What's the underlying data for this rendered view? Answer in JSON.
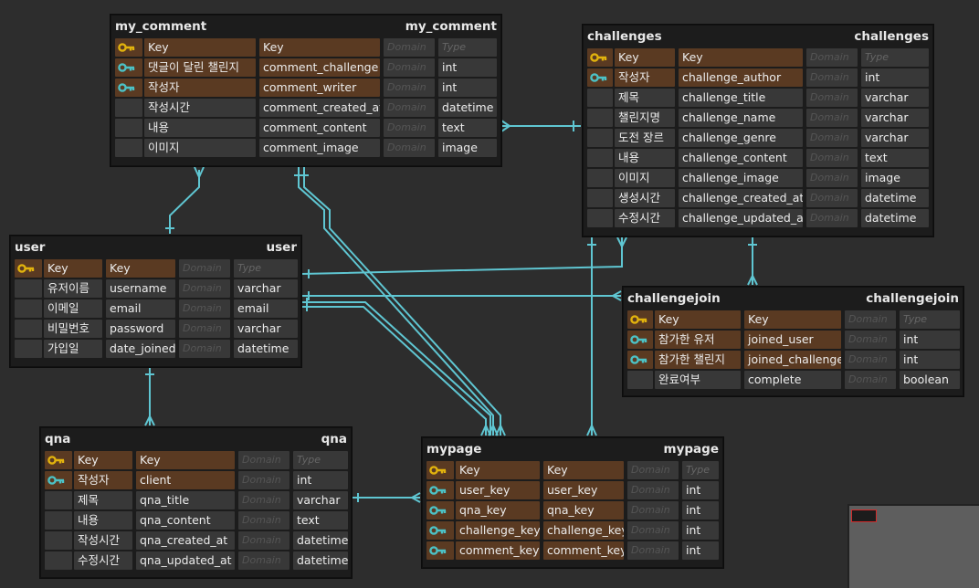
{
  "colors": {
    "background": "#2d2d2d",
    "relation_line": "#5fc6d2",
    "pk_key": "#e2b30d",
    "fk_key": "#4cc2c6",
    "key_row": "#5a3a22"
  },
  "header_placeholders": {
    "domain": "Domain",
    "type": "Type"
  },
  "entities": {
    "my_comment": {
      "logical": "my_comment",
      "physical": "my_comment",
      "rows": [
        {
          "kind": "pk",
          "logical": "Key",
          "physical": "Key",
          "domain": "Domain",
          "type": "Type",
          "hint": true
        },
        {
          "kind": "fk",
          "logical": "댓글이 달린 챌린지",
          "physical": "comment_challenge",
          "domain": "Domain",
          "type": "int"
        },
        {
          "kind": "fk",
          "logical": "작성자",
          "physical": "comment_writer",
          "domain": "Domain",
          "type": "int"
        },
        {
          "kind": "col",
          "logical": "작성시간",
          "physical": "comment_created_at",
          "domain": "Domain",
          "type": "datetime"
        },
        {
          "kind": "col",
          "logical": "내용",
          "physical": "comment_content",
          "domain": "Domain",
          "type": "text"
        },
        {
          "kind": "col",
          "logical": "이미지",
          "physical": "comment_image",
          "domain": "Domain",
          "type": "image"
        }
      ]
    },
    "challenges": {
      "logical": "challenges",
      "physical": "challenges",
      "rows": [
        {
          "kind": "pk",
          "logical": "Key",
          "physical": "Key",
          "domain": "Domain",
          "type": "Type",
          "hint": true
        },
        {
          "kind": "fk",
          "logical": "작성자",
          "physical": "challenge_author",
          "domain": "Domain",
          "type": "int"
        },
        {
          "kind": "col",
          "logical": "제목",
          "physical": "challenge_title",
          "domain": "Domain",
          "type": "varchar"
        },
        {
          "kind": "col",
          "logical": "챌린지명",
          "physical": "challenge_name",
          "domain": "Domain",
          "type": "varchar"
        },
        {
          "kind": "col",
          "logical": "도전 장르",
          "physical": "challenge_genre",
          "domain": "Domain",
          "type": "varchar"
        },
        {
          "kind": "col",
          "logical": "내용",
          "physical": "challenge_content",
          "domain": "Domain",
          "type": "text"
        },
        {
          "kind": "col",
          "logical": "이미지",
          "physical": "challenge_image",
          "domain": "Domain",
          "type": "image"
        },
        {
          "kind": "col",
          "logical": "생성시간",
          "physical": "challenge_created_at",
          "domain": "Domain",
          "type": "datetime"
        },
        {
          "kind": "col",
          "logical": "수정시간",
          "physical": "challenge_updated_at",
          "domain": "Domain",
          "type": "datetime"
        }
      ]
    },
    "user": {
      "logical": "user",
      "physical": "user",
      "rows": [
        {
          "kind": "pk",
          "logical": "Key",
          "physical": "Key",
          "domain": "Domain",
          "type": "Type",
          "hint": true
        },
        {
          "kind": "col",
          "logical": "유저이름",
          "physical": "username",
          "domain": "Domain",
          "type": "varchar"
        },
        {
          "kind": "col",
          "logical": "이메일",
          "physical": "email",
          "domain": "Domain",
          "type": "email"
        },
        {
          "kind": "col",
          "logical": "비밀번호",
          "physical": "password",
          "domain": "Domain",
          "type": "varchar"
        },
        {
          "kind": "col",
          "logical": "가입일",
          "physical": "date_joined",
          "domain": "Domain",
          "type": "datetime"
        }
      ]
    },
    "challengejoin": {
      "logical": "challengejoin",
      "physical": "challengejoin",
      "rows": [
        {
          "kind": "pk",
          "logical": "Key",
          "physical": "Key",
          "domain": "Domain",
          "type": "Type",
          "hint": true
        },
        {
          "kind": "fk",
          "logical": "참가한 유저",
          "physical": "joined_user",
          "domain": "Domain",
          "type": "int"
        },
        {
          "kind": "fk",
          "logical": "참가한 챌린지",
          "physical": "joined_challenge",
          "domain": "Domain",
          "type": "int"
        },
        {
          "kind": "col",
          "logical": "완료여부",
          "physical": "complete",
          "domain": "Domain",
          "type": "boolean"
        }
      ]
    },
    "qna": {
      "logical": "qna",
      "physical": "qna",
      "rows": [
        {
          "kind": "pk",
          "logical": "Key",
          "physical": "Key",
          "domain": "Domain",
          "type": "Type",
          "hint": true
        },
        {
          "kind": "fk",
          "logical": "작성자",
          "physical": "client",
          "domain": "Domain",
          "type": "int"
        },
        {
          "kind": "col",
          "logical": "제목",
          "physical": "qna_title",
          "domain": "Domain",
          "type": "varchar"
        },
        {
          "kind": "col",
          "logical": "내용",
          "physical": "qna_content",
          "domain": "Domain",
          "type": "text"
        },
        {
          "kind": "col",
          "logical": "작성시간",
          "physical": "qna_created_at",
          "domain": "Domain",
          "type": "datetime"
        },
        {
          "kind": "col",
          "logical": "수정시간",
          "physical": "qna_updated_at",
          "domain": "Domain",
          "type": "datetime"
        }
      ]
    },
    "mypage": {
      "logical": "mypage",
      "physical": "mypage",
      "rows": [
        {
          "kind": "pk",
          "logical": "Key",
          "physical": "Key",
          "domain": "Domain",
          "type": "Type",
          "hint": true
        },
        {
          "kind": "fk",
          "logical": "user_key",
          "physical": "user_key",
          "domain": "Domain",
          "type": "int"
        },
        {
          "kind": "fk",
          "logical": "qna_key",
          "physical": "qna_key",
          "domain": "Domain",
          "type": "int"
        },
        {
          "kind": "fk",
          "logical": "challenge_key",
          "physical": "challenge_key",
          "domain": "Domain",
          "type": "int"
        },
        {
          "kind": "fk",
          "logical": "comment_key",
          "physical": "comment_key",
          "domain": "Domain",
          "type": "int"
        }
      ]
    }
  }
}
